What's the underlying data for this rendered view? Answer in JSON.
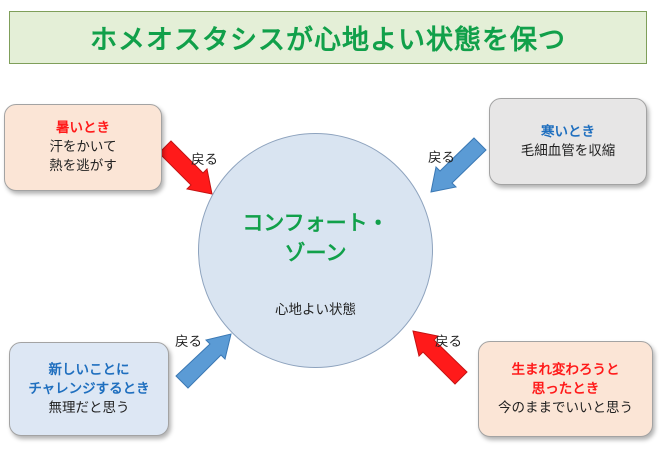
{
  "title": "ホメオスタシスが心地よい状態を保つ",
  "center": {
    "title_line1": "コンフォート・",
    "title_line2": "ゾーン",
    "subtitle": "心地よい状態"
  },
  "cards": {
    "hot": {
      "heading": "暑いとき",
      "line1": "汗をかいて",
      "line2": "熱を逃がす",
      "return_label": "戻る"
    },
    "cold": {
      "heading": "寒いとき",
      "line1": "毛細血管を収縮",
      "return_label": "戻る"
    },
    "new": {
      "heading1": "新しいことに",
      "heading2": "チャレンジするとき",
      "line1": "無理だと思う",
      "return_label": "戻る"
    },
    "reborn": {
      "heading1": "生まれ変わろうと",
      "heading2": "思ったとき",
      "line1": "今のままでいいと思う",
      "return_label": "戻る"
    }
  },
  "colors": {
    "title_green": "#11a04a",
    "red_arrow": "#ff1a1a",
    "blue_arrow": "#5b9bd5",
    "circle_fill": "#d9e4f1"
  }
}
